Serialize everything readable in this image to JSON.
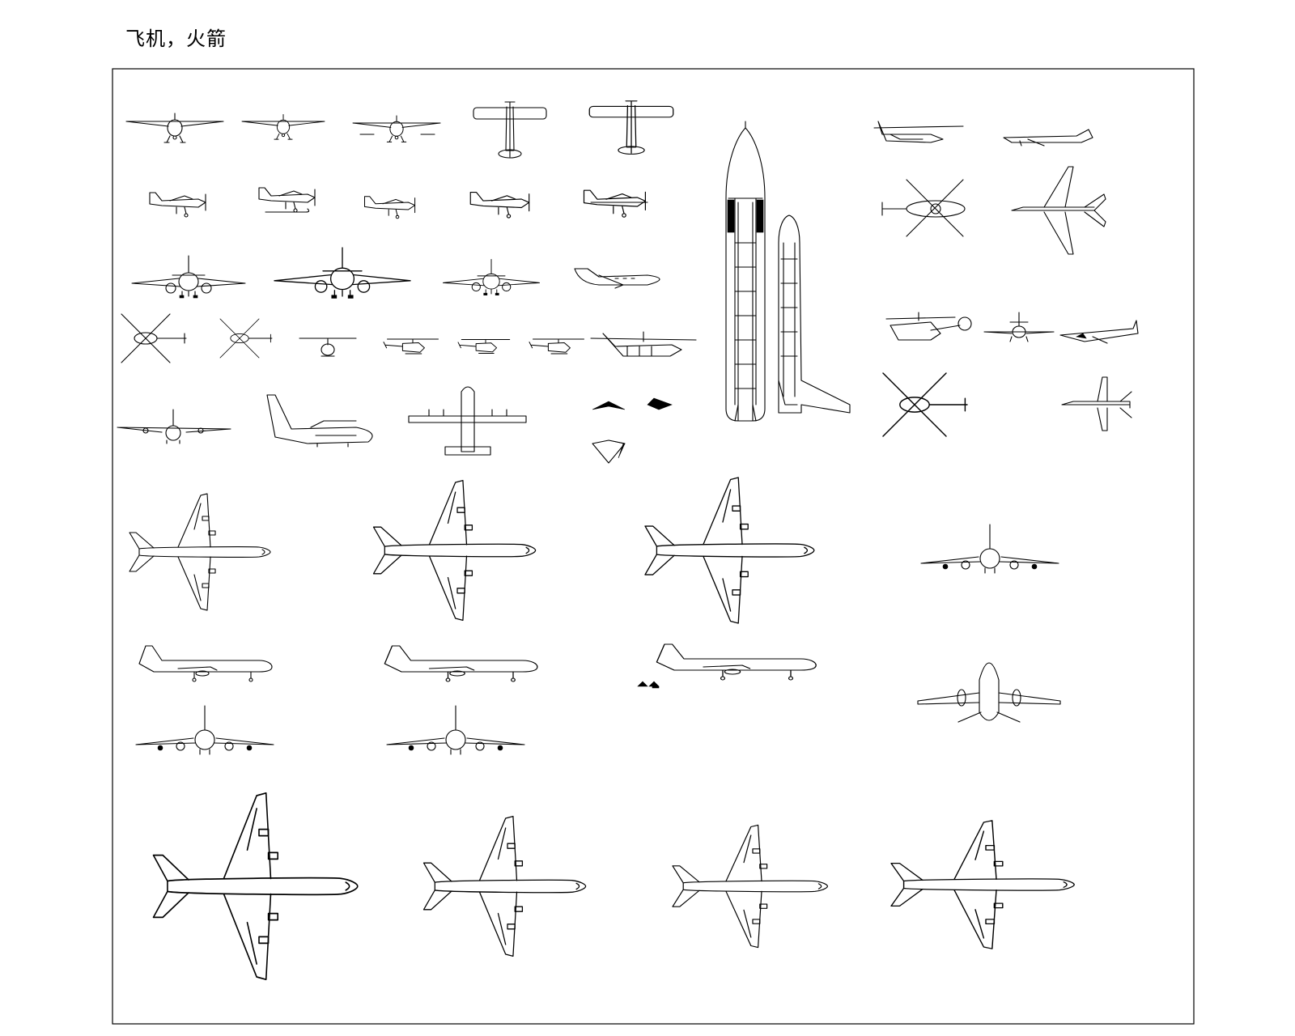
{
  "title": "飞机，火箭",
  "colors": {
    "line": "#000000",
    "background": "#ffffff"
  },
  "drawing": {
    "aircraft_views": [
      "small-plane-front",
      "small-plane-front",
      "floatplane-front",
      "small-plane-top",
      "small-plane-top",
      "small-plane-side",
      "floatplane-side",
      "small-plane-side",
      "small-plane-side",
      "amphibian-side",
      "twin-jet-front",
      "twin-jet-front",
      "twin-prop-front",
      "business-jet-side",
      "helicopter-top",
      "helicopter-top",
      "helicopter-front",
      "helicopter-side",
      "helicopter-side",
      "helicopter-side",
      "heavy-helicopter-side",
      "cargo-plane-front",
      "cargo-plane-side",
      "cargo-plane-top",
      "hang-glider",
      "hang-glider",
      "hang-glider-front",
      "space-shuttle-stack",
      "attack-helicopter-side",
      "bomber-side",
      "attack-helicopter-top",
      "bomber-top",
      "helicopter-side",
      "fighter-front",
      "fighter-side",
      "helicopter-top",
      "fighter-top",
      "airliner-top",
      "airliner-top",
      "airliner-top",
      "airliner-front",
      "airliner-side",
      "airliner-side",
      "airliner-side",
      "airliner-rear",
      "airliner-front",
      "airliner-front",
      "airliner-top",
      "airliner-top",
      "airliner-top",
      "airliner-top"
    ]
  }
}
